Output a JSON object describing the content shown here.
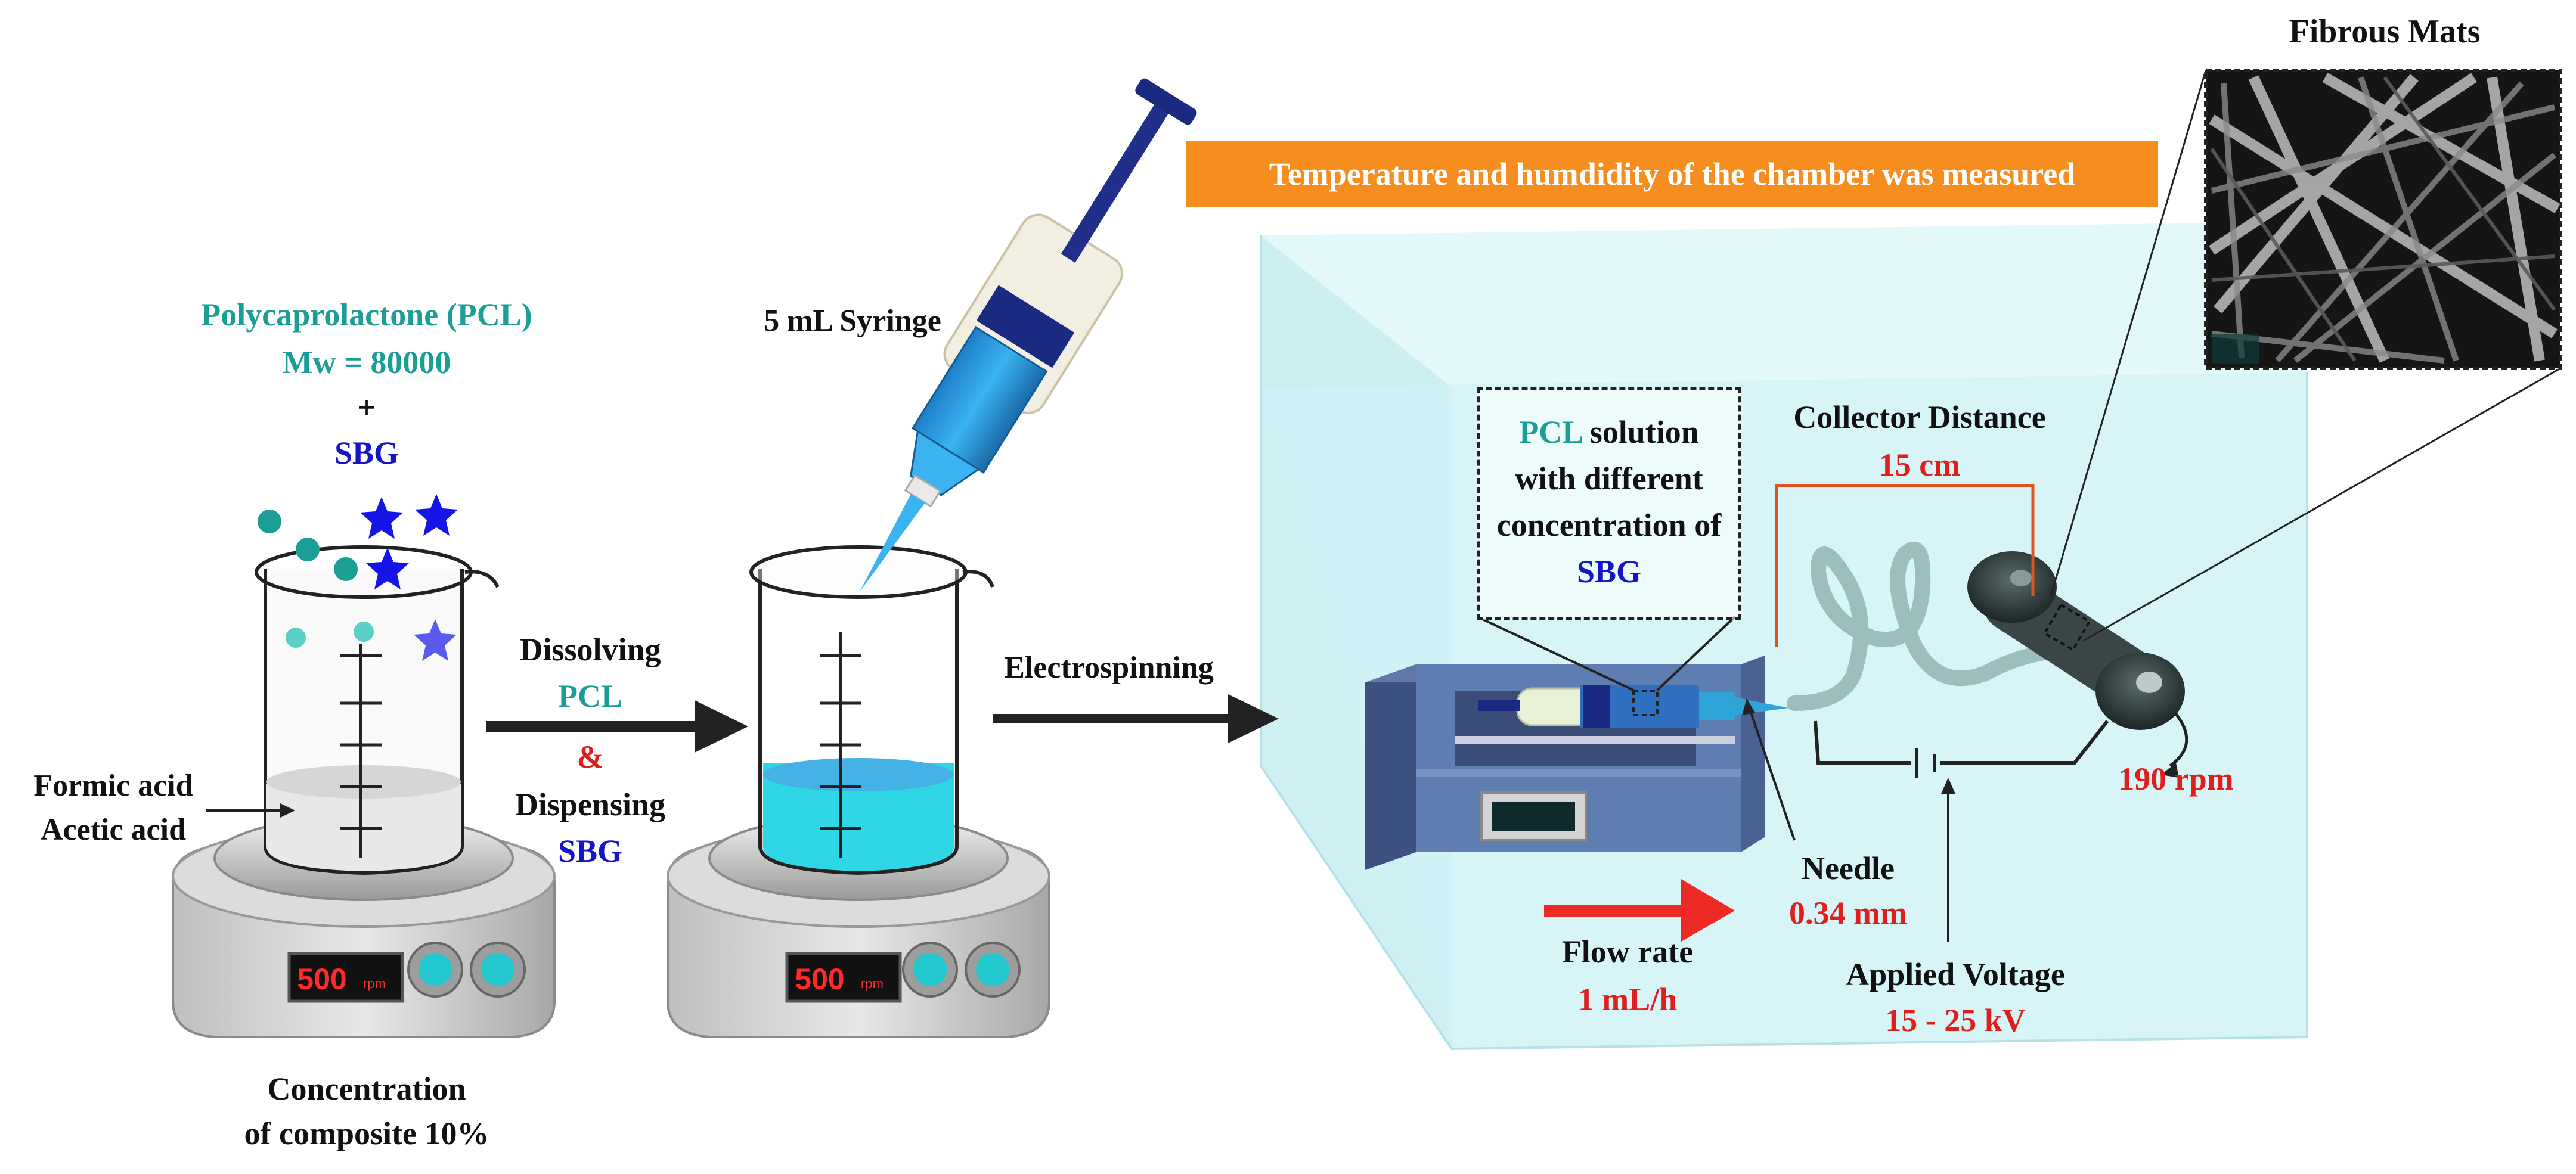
{
  "labels": {
    "pcl_title": "Polycaprolactone (PCL)",
    "mw": "Mw = 80000",
    "plus": "+",
    "sbg": "SBG",
    "syringe": "5 mL Syringe",
    "formic": "Formic acid",
    "acetic": "Acetic acid",
    "dissolving": "Dissolving",
    "pcl": "PCL",
    "amp": "&",
    "dispensing": "Dispensing",
    "sbg2": "SBG",
    "electrospinning": "Electrospinning",
    "conc1": "Concentration",
    "conc2": "of composite 10%",
    "banner": "Temperature and humdidity of the chamber was measured",
    "fibrous": "Fibrous Mats",
    "sol_pcl": "PCL",
    "sol_rest1": " solution",
    "sol_line2": "with different",
    "sol_line3": "concentration of",
    "sol_sbg": "SBG",
    "collector": "Collector Distance",
    "collector_val": "15 cm",
    "rpm": "190 rpm",
    "needle": "Needle",
    "needle_val": "0.34 mm",
    "flow": "Flow rate",
    "flow_val": "1 mL/h",
    "voltage": "Applied Voltage",
    "voltage_val": "15 - 25 kV",
    "display1_num": "500",
    "display1_unit": "rpm",
    "display2_num": "500",
    "display2_unit": "rpm"
  },
  "colors": {
    "teal": "#1a9e96",
    "blue": "#1515c8",
    "red": "#e01e1e",
    "orange": "#f58d1f",
    "chamber": "#cdf3f5",
    "solution": "#2fd6e6"
  }
}
